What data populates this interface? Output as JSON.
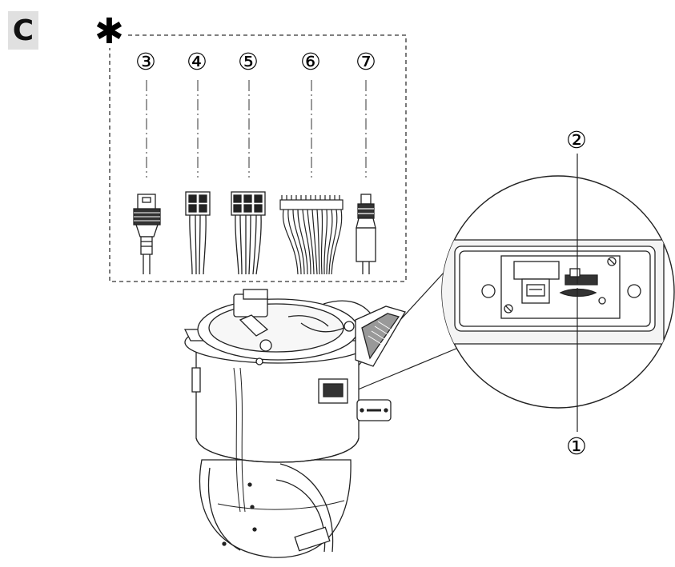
{
  "section_label": "C",
  "optional_marker": "✱",
  "callouts": {
    "c1": "①",
    "c2": "②",
    "c3": "③",
    "c4": "④",
    "c5": "⑤",
    "c6": "⑥",
    "c7": "⑦"
  }
}
